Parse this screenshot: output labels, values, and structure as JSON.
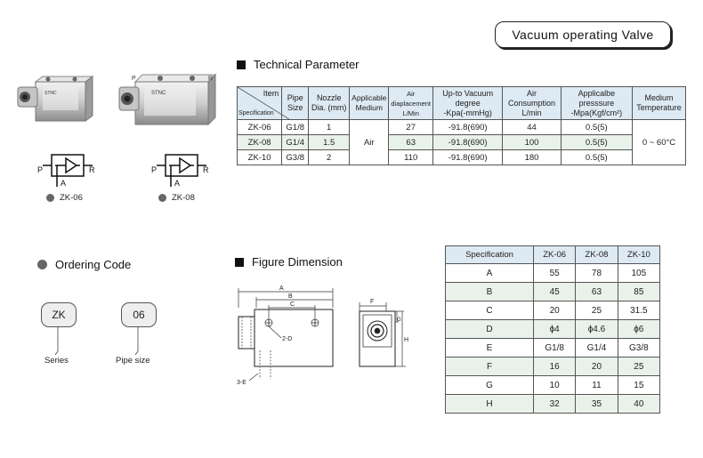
{
  "title": "Vacuum operating Valve",
  "technical": {
    "heading": "Technical Parameter",
    "item_label": "Item",
    "spec_label": "Specification",
    "headers": [
      {
        "l1": "Pipe",
        "l2": "Size",
        "l3": ""
      },
      {
        "l1": "Nozzle",
        "l2": "Dia. (mm)",
        "l3": ""
      },
      {
        "l1": "Applicable",
        "l2": "Medium",
        "l3": ""
      },
      {
        "l1": "Air",
        "l2": "diaplacement",
        "l3": "L/Min"
      },
      {
        "l1": "Up-to Vacuum",
        "l2": "degree",
        "l3": "-Kpa(-mmHg)"
      },
      {
        "l1": "Air",
        "l2": "Consumption",
        "l3": "L/min"
      },
      {
        "l1": "Applicalbe",
        "l2": "presssure",
        "l3": "-Mpa(Kgf/cm²)"
      },
      {
        "l1": "Medium",
        "l2": "Temperature",
        "l3": ""
      }
    ],
    "rows": [
      {
        "spec": "ZK-06",
        "pipe": "G1/8",
        "nozzle": "1",
        "disp": "27",
        "vac": "-91.8(690)",
        "cons": "44",
        "press": "0.5(5)"
      },
      {
        "spec": "ZK-08",
        "pipe": "G1/4",
        "nozzle": "1.5",
        "disp": "63",
        "vac": "-91.8(690)",
        "cons": "100",
        "press": "0.5(5)"
      },
      {
        "spec": "ZK-10",
        "pipe": "G3/8",
        "nozzle": "2",
        "disp": "110",
        "vac": "-91.8(690)",
        "cons": "180",
        "press": "0.5(5)"
      }
    ],
    "medium": "Air",
    "temperature": "0 ~ 60°C"
  },
  "products": [
    {
      "label": "ZK-06",
      "brand": "STNC"
    },
    {
      "label": "ZK-08",
      "brand": "STNC"
    }
  ],
  "symbol": {
    "p": "P",
    "r": "R",
    "a": "A"
  },
  "ordering": {
    "heading": "Ordering Code",
    "code1": "ZK",
    "code2": "06",
    "label1": "Series",
    "label2": "Pipe size"
  },
  "figure": {
    "heading": "Figure Dimension",
    "labels": {
      "a": "A",
      "b": "B",
      "c": "C",
      "d": "2-D",
      "e": "3-E",
      "f": "F",
      "g": "G",
      "h": "H"
    }
  },
  "dimensions": {
    "headers": [
      "Specification",
      "ZK-06",
      "ZK-08",
      "ZK-10"
    ],
    "rows": [
      {
        "name": "A",
        "v": [
          "55",
          "78",
          "105"
        ]
      },
      {
        "name": "B",
        "v": [
          "45",
          "63",
          "85"
        ]
      },
      {
        "name": "C",
        "v": [
          "20",
          "25",
          "31.5"
        ]
      },
      {
        "name": "D",
        "v": [
          "ɸ4",
          "ɸ4.6",
          "ɸ6"
        ]
      },
      {
        "name": "E",
        "v": [
          "G1/8",
          "G1/4",
          "G3/8"
        ]
      },
      {
        "name": "F",
        "v": [
          "16",
          "20",
          "25"
        ]
      },
      {
        "name": "G",
        "v": [
          "10",
          "11",
          "15"
        ]
      },
      {
        "name": "H",
        "v": [
          "32",
          "35",
          "40"
        ]
      }
    ]
  }
}
